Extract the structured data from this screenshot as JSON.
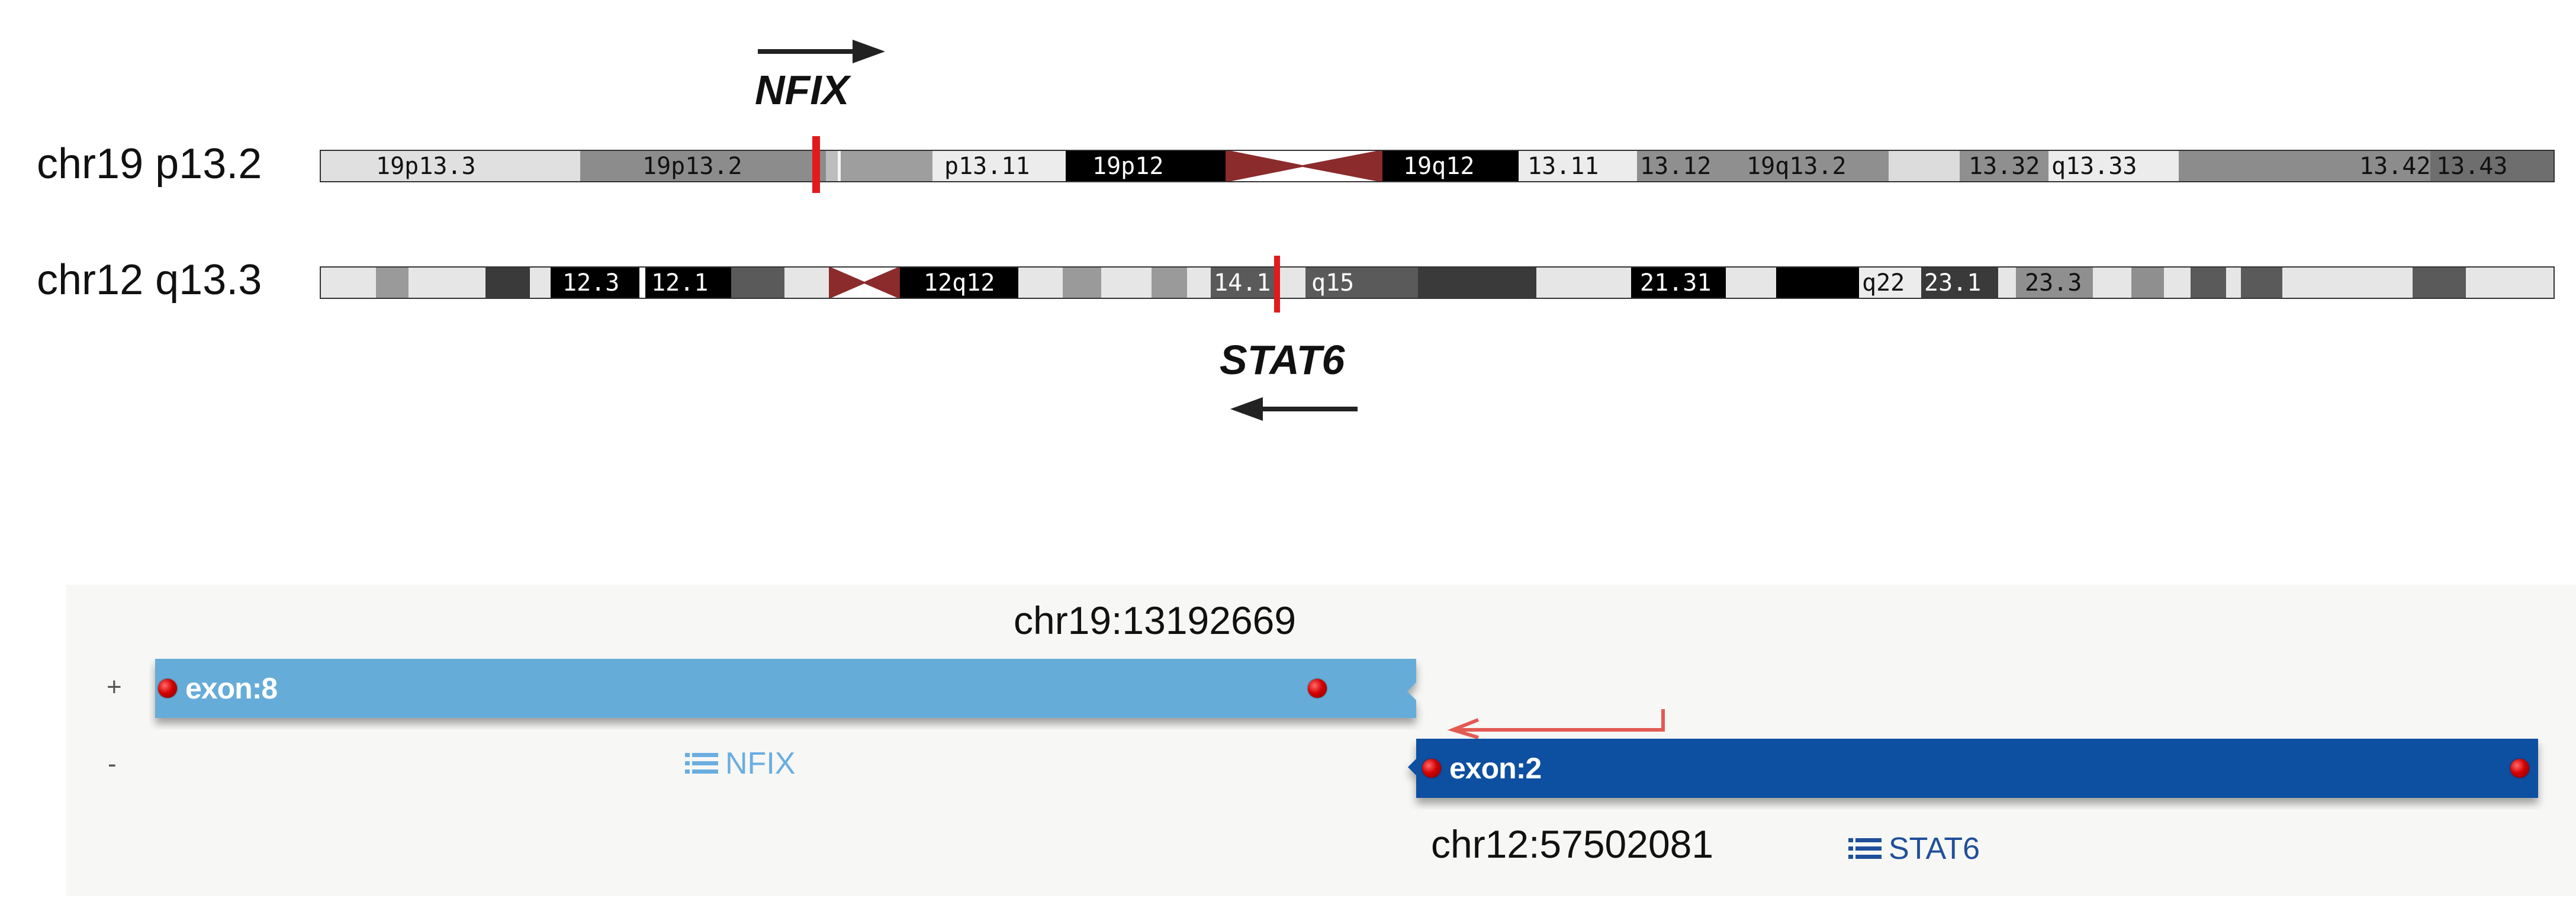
{
  "chromosomes": [
    {
      "label": "chr19 p13.2",
      "gene": "NFIX",
      "bands": [
        "19p13.3",
        "19p13.2",
        "p13.11",
        "19p12",
        "19q12",
        "13.11",
        "13.12",
        "19q13.2",
        "13.32",
        "q13.33",
        "13.42",
        "13.43"
      ],
      "arrow_direction": "right"
    },
    {
      "label": "chr12 q13.3",
      "gene": "STAT6",
      "bands": [
        "12.3",
        "12.1",
        "12q12",
        "14.1",
        "q15",
        "21.31",
        "q22",
        "23.1",
        "23.3"
      ],
      "arrow_direction": "left"
    }
  ],
  "fusion": {
    "left": {
      "coord": "chr19:13192669",
      "strand": "+",
      "exon_label": "exon:8",
      "gene_label": "NFIX",
      "color": "#66acd8",
      "gene_color": "#6aaee0"
    },
    "right": {
      "coord": "chr12:57502081",
      "strand": "-",
      "exon_label": "exon:2",
      "gene_label": "STAT6",
      "color": "#0d4fa0",
      "gene_color": "#1f4f9a"
    }
  },
  "colors": {
    "breakpoint": "#e31a1c",
    "centromere": "#8b2b2b",
    "transcript_arrow": "#e35a52"
  }
}
